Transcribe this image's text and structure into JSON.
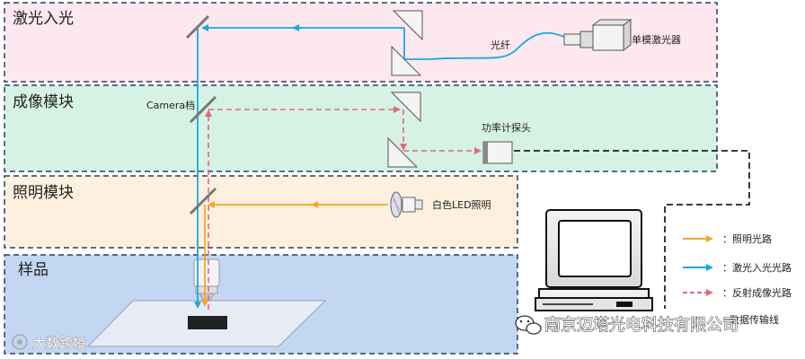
{
  "sections": [
    {
      "title": "激光入光",
      "fill": "#fde8ef",
      "stroke": "#2a3d66"
    },
    {
      "title": "成像模块",
      "fill": "#d6f2e4",
      "stroke": "#2a3d66"
    },
    {
      "title": "照明模块",
      "fill": "#fdf0de",
      "stroke": "#2a3d66"
    },
    {
      "title": "样品",
      "fill": "#c3d6f2",
      "stroke": "#2a3d66"
    }
  ],
  "labels": {
    "laser": "单模激光器",
    "fiber": "光纤",
    "camera": "Camera档",
    "power_probe": "功率计探头",
    "led": "白色LED照明"
  },
  "legend": [
    {
      "label": "：照明光路",
      "color": "#f5a623",
      "style": "solid"
    },
    {
      "label": "：激光入光光路",
      "color": "#1aa8e0",
      "style": "solid"
    },
    {
      "label": "：反射成像光路",
      "color": "#e06a7a",
      "style": "dashed"
    }
  ],
  "cable_label": "数据传输线",
  "watermarks": {
    "company": "南京迈塔光电科技有限公司",
    "brand": "大数跨境"
  },
  "colors": {
    "illumination": "#f5a623",
    "laser": "#1aa8e0",
    "reflection": "#e06a7a"
  }
}
